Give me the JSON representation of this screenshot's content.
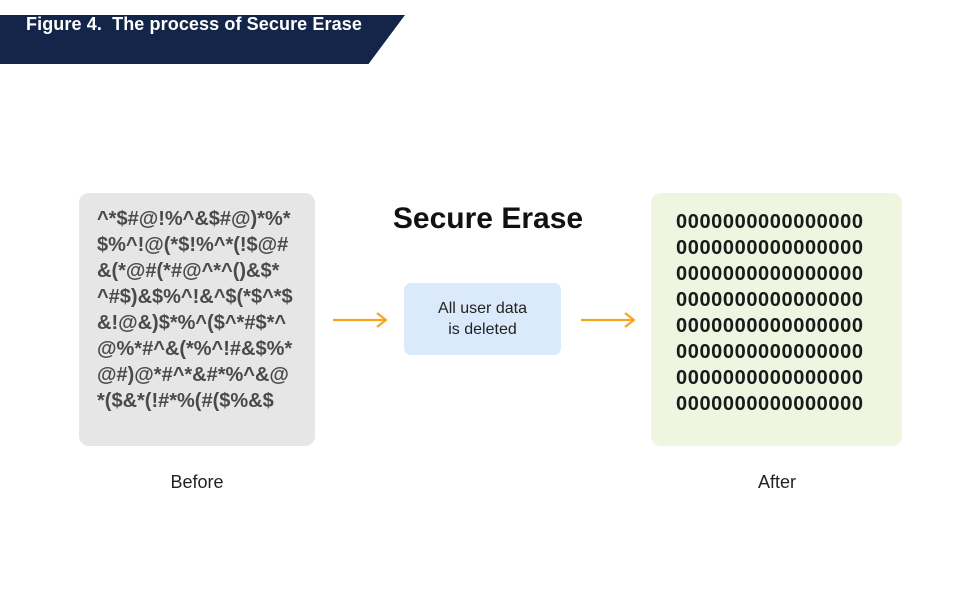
{
  "figure": {
    "title": "Figure 4.  The process of Secure Erase"
  },
  "diagram": {
    "heading": "Secure Erase",
    "before": {
      "caption": "Before",
      "lines": [
        "^*$#@!%^&$#@)*%*",
        "$%^!@(*$!%^*(!$@#",
        "&(*@#(*#@^*^()&$*",
        "^#$)&$%^!&^$(*$^*$",
        "&!@&)$*%^($^*#$*^",
        "@%*#^&(*%^!#&$%*",
        "@#)@*#^*&#*%^&@",
        "*($&*(!#*%(#($%&$"
      ]
    },
    "process": {
      "lines": [
        "All user data",
        "is deleted"
      ]
    },
    "after": {
      "caption": "After",
      "lines": [
        "0000000000000000",
        "0000000000000000",
        "0000000000000000",
        "0000000000000000",
        "0000000000000000",
        "0000000000000000",
        "0000000000000000",
        "0000000000000000"
      ]
    }
  },
  "colors": {
    "banner": "#14254a",
    "before_panel": "#e6e6e6",
    "after_panel": "#eef6e1",
    "note_box": "#dbeafb",
    "arrow": "#f5a623"
  },
  "icons": {
    "arrow": "right-arrow-icon"
  }
}
